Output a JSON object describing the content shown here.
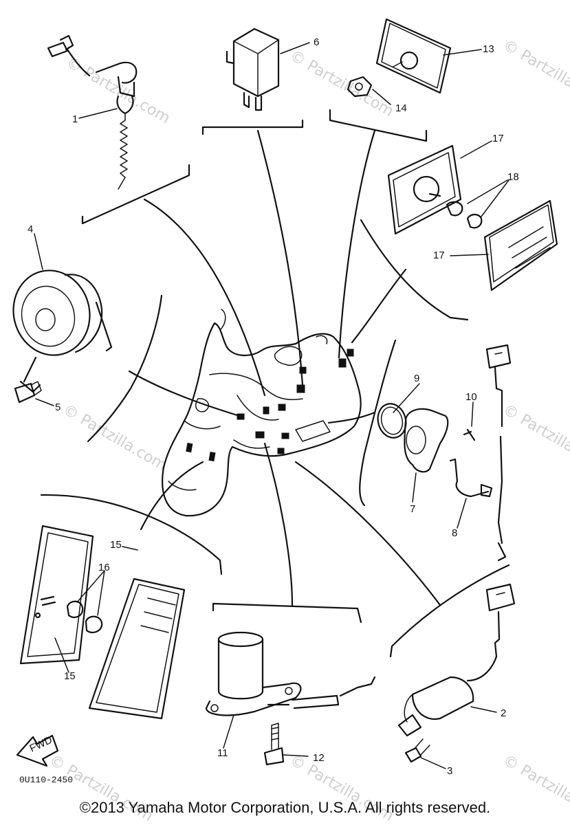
{
  "parts": {
    "p1": "1",
    "p2": "2",
    "p3": "3",
    "p4": "4",
    "p5": "5",
    "p6": "6",
    "p7": "7",
    "p8": "8",
    "p9": "9",
    "p10": "10",
    "p11": "11",
    "p12": "12",
    "p13": "13",
    "p14": "14",
    "p15a": "15",
    "p15b": "15",
    "p16": "16",
    "p17a": "17",
    "p17b": "17",
    "p18": "18"
  },
  "diagram_code": "0U110-2450",
  "front_arrow": "FWD",
  "watermark": "© Partzilla.com",
  "copyright": "©2013 Yamaha Motor Corporation, U.S.A. All rights reserved."
}
